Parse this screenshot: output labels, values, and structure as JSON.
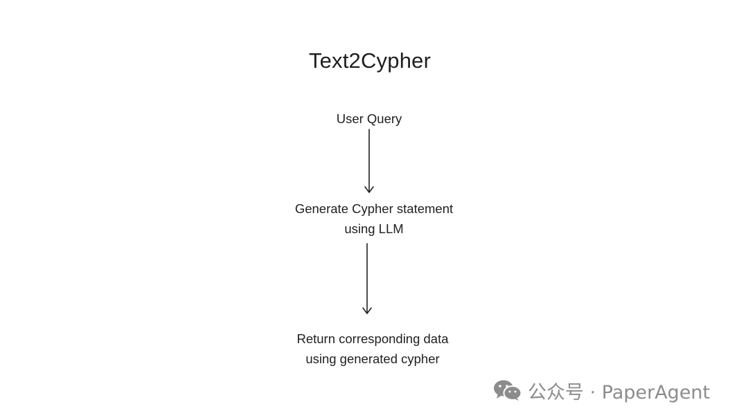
{
  "diagram": {
    "title": "Text2Cypher",
    "nodes": [
      {
        "id": "user-query",
        "lines": [
          "User Query"
        ]
      },
      {
        "id": "generate-cypher",
        "lines": [
          "Generate Cypher statement",
          "using LLM"
        ]
      },
      {
        "id": "return-data",
        "lines": [
          "Return corresponding data",
          "using generated cypher"
        ]
      }
    ],
    "edges": [
      {
        "from": "user-query",
        "to": "generate-cypher"
      },
      {
        "from": "generate-cypher",
        "to": "return-data"
      }
    ],
    "colors": {
      "text": "#1f1f1f",
      "arrow": "#1f1f1f",
      "background": "#ffffff"
    }
  },
  "watermark": {
    "icon": "wechat-icon",
    "text": "公众号 · PaperAgent",
    "color": "#8c8c8c"
  }
}
